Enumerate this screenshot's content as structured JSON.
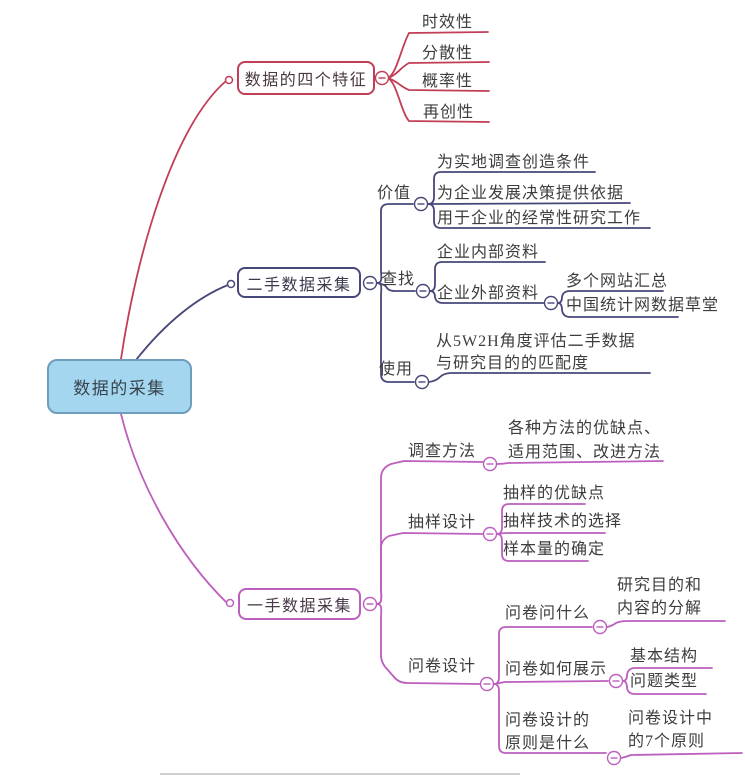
{
  "root_label": "数据的采集",
  "colors": {
    "red_branch": "#c23e56",
    "navy_branch": "#47477a",
    "magenta_branch": "#bc5fbe",
    "root_fill": "#a5d6f0",
    "root_border": "#6f9dbd"
  },
  "features": {
    "label": "数据的四个特征",
    "children": [
      "时效性",
      "分散性",
      "概率性",
      "再创性"
    ]
  },
  "secondary": {
    "label": "二手数据采集",
    "value": {
      "label": "价值",
      "items": [
        "为实地调查创造条件",
        "为企业发展决策提供依据",
        "用于企业的经常性研究工作"
      ]
    },
    "find": {
      "label": "查找",
      "internal": "企业内部资料",
      "external": {
        "label": "企业外部资料",
        "items": [
          "多个网站汇总",
          "中国统计网数据草堂"
        ]
      }
    },
    "use": {
      "label": "使用",
      "lines": [
        "从5W2H角度评估二手数据",
        "与研究目的的匹配度"
      ]
    }
  },
  "primary": {
    "label": "一手数据采集",
    "survey": {
      "label": "调查方法",
      "lines": [
        "各种方法的优缺点、",
        "适用范围、改进方法"
      ]
    },
    "sampling": {
      "label": "抽样设计",
      "items": [
        "抽样的优缺点",
        "抽样技术的选择",
        "样本量的确定"
      ]
    },
    "questionnaire": {
      "label": "问卷设计",
      "what": {
        "label": "问卷问什么",
        "lines": [
          "研究目的和",
          "内容的分解"
        ]
      },
      "how": {
        "label": "问卷如何展示",
        "items": [
          "基本结构",
          "问题类型"
        ]
      },
      "principles": {
        "lines": [
          "问卷设计的",
          "原则是什么"
        ],
        "child_lines": [
          "问卷设计中",
          "的7个原则"
        ]
      }
    }
  }
}
